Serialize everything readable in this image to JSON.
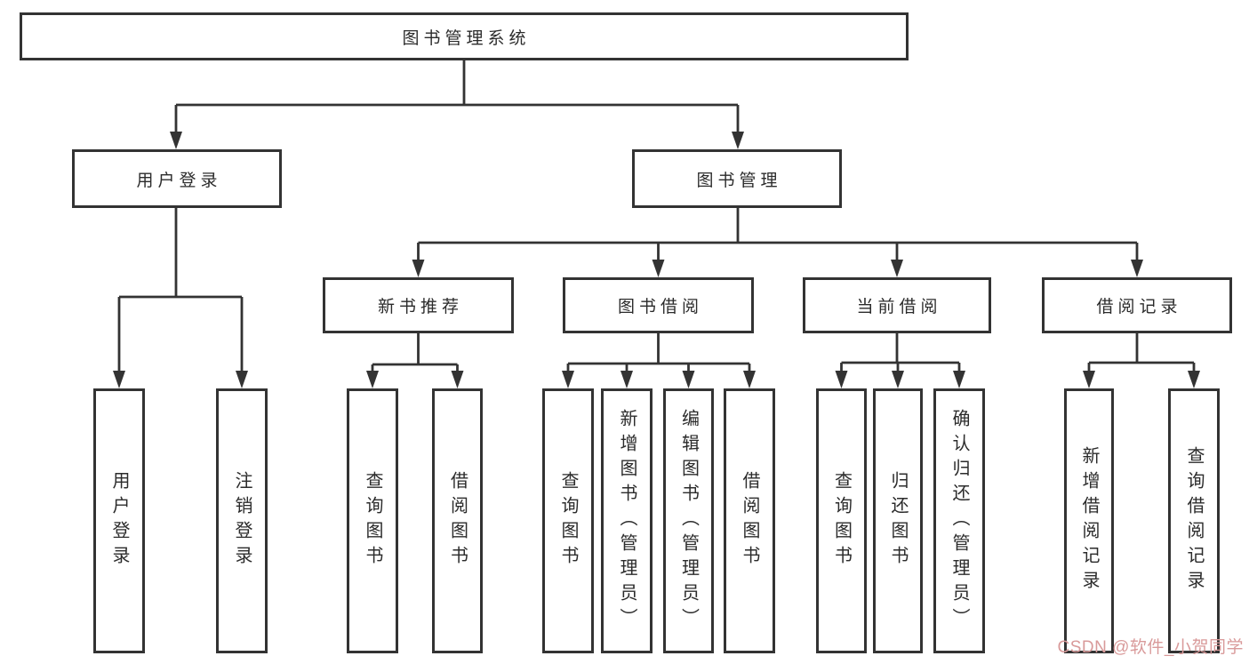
{
  "diagram": {
    "watermark": "CSDN @软件_小贺同学",
    "colors": {
      "line": "#333333",
      "background": "#ffffff",
      "watermark": "#d99a9a"
    },
    "tree": {
      "label": "图书管理系统",
      "children": [
        {
          "label": "用户登录",
          "children": [
            {
              "label": "用户登录"
            },
            {
              "label": "注销登录"
            }
          ]
        },
        {
          "label": "图书管理",
          "children": [
            {
              "label": "新书推荐",
              "children": [
                {
                  "label": "查询图书"
                },
                {
                  "label": "借阅图书"
                }
              ]
            },
            {
              "label": "图书借阅",
              "children": [
                {
                  "label": "查询图书"
                },
                {
                  "label": "新增图书（管理员）"
                },
                {
                  "label": "编辑图书（管理员）"
                },
                {
                  "label": "借阅图书"
                }
              ]
            },
            {
              "label": "当前借阅",
              "children": [
                {
                  "label": "查询图书"
                },
                {
                  "label": "归还图书"
                },
                {
                  "label": "确认归还（管理员）"
                }
              ]
            },
            {
              "label": "借阅记录",
              "children": [
                {
                  "label": "新增借阅记录"
                },
                {
                  "label": "查询借阅记录"
                }
              ]
            }
          ]
        }
      ]
    }
  }
}
